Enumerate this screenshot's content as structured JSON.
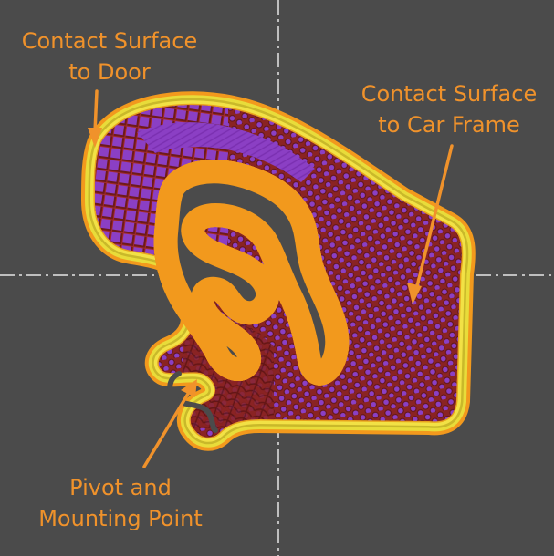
{
  "colors": {
    "background": "#4b4b4b",
    "label_text": "#f0922b",
    "arrow": "#f0922b",
    "grid_line": "#e6e6e6",
    "perimeter_outer": "#f2991d",
    "perimeter_inner": "#e8dc3a",
    "infill": "#8a2323",
    "infill_dark": "#5e1414",
    "solid_fill": "#8b3fc4"
  },
  "labels": {
    "door": {
      "line1": "Contact Surface",
      "line2": "to Door"
    },
    "frame": {
      "line1": "Contact Surface",
      "line2": "to Car Frame"
    },
    "pivot": {
      "line1": "Pivot and",
      "line2": "Mounting Point"
    }
  }
}
